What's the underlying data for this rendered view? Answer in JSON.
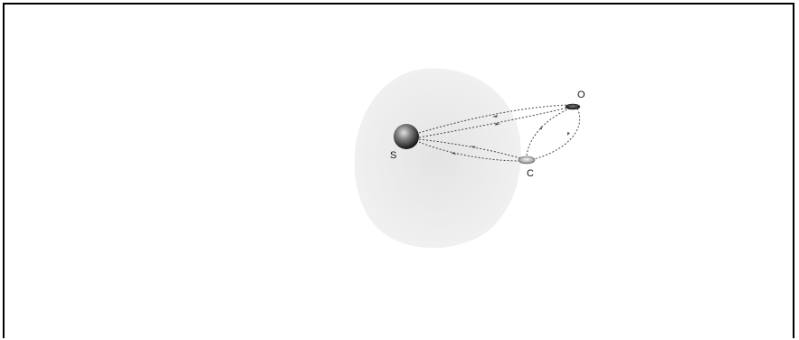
{
  "diagram": {
    "labels": {
      "source": "S",
      "orbiter": "O",
      "companion": "C"
    },
    "colors": {
      "halo": "#e9e9e9",
      "sphere_light": "#d8d8d8",
      "sphere_dark": "#1a1a1a",
      "path": "#333333",
      "frame": "#000000"
    }
  }
}
